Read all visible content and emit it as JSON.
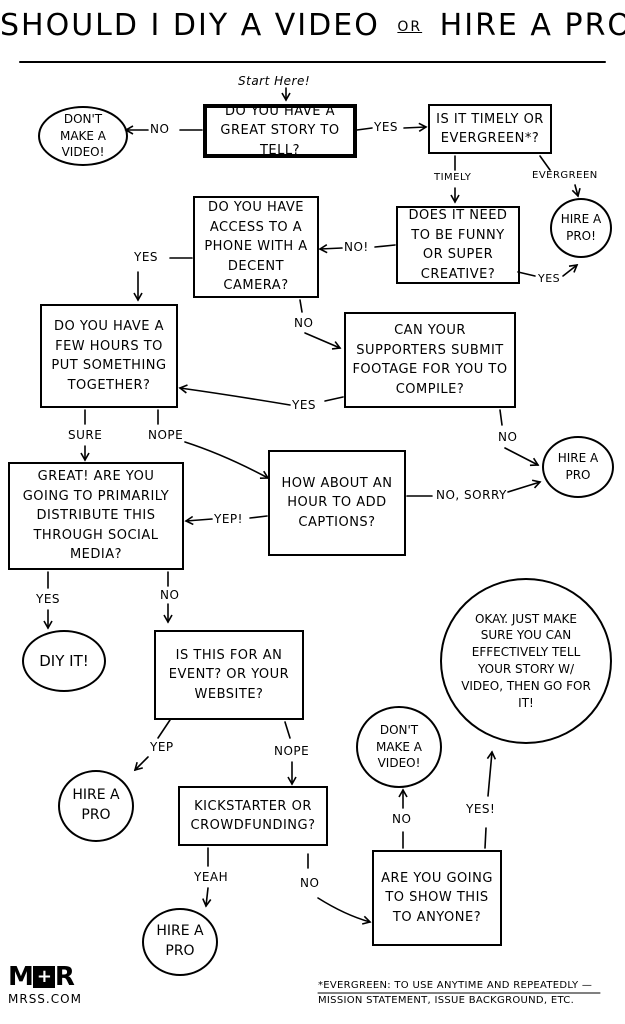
{
  "title": {
    "left": "Should I DIY a Video",
    "or": "or",
    "right": "Hire a Pro?"
  },
  "start_label": "Start Here!",
  "nodes": {
    "story": "Do you have a great story to tell?",
    "dont_make_1": "Don't make a video!",
    "timely": "Is it timely or evergreen*?",
    "hire_pro_1": "Hire a pro!",
    "funny": "Does it need to be funny or super creative?",
    "phone": "Do you have access to a phone with a decent camera?",
    "hours": "Do you have a few hours to put something together?",
    "supporters": "Can your supporters submit footage for you to compile?",
    "hire_pro_2": "Hire a pro",
    "captions": "How about an hour to add captions?",
    "social": "Great! Are you going to primarily distribute this through social media?",
    "diy": "DIY it!",
    "event": "Is this for an event? Or your website?",
    "okay": "Okay. Just make sure you can effectively tell your story w/ video, then go for it!",
    "hire_pro_3": "Hire a pro",
    "kickstarter": "Kickstarter or crowdfunding?",
    "dont_make_2": "Don't make a video!",
    "anyone": "Are you going to show this to anyone?",
    "hire_pro_4": "Hire a pro"
  },
  "edge_labels": {
    "no_1": "No",
    "yes_1": "Yes",
    "timely": "Timely",
    "evergreen": "Evergreen",
    "no_funny": "No!",
    "yes_funny": "Yes",
    "yes_phone": "Yes",
    "no_phone": "No",
    "yes_supporters": "Yes",
    "no_supporters": "No",
    "sure": "Sure",
    "nope_hours": "Nope",
    "no_sorry": "No, sorry",
    "yep_captions": "Yep!",
    "yes_social": "Yes",
    "no_social": "No",
    "yep_event": "Yep",
    "nope_event": "Nope",
    "yeah": "Yeah",
    "no_kick": "No",
    "no_anyone": "No",
    "yes_anyone": "Yes!"
  },
  "footnote": "*Evergreen: to use anytime and repeatedly — mission statement, issue background, etc.",
  "logo": {
    "mark_left": "M",
    "mark_right": "R",
    "site": "MRSS.COM"
  }
}
